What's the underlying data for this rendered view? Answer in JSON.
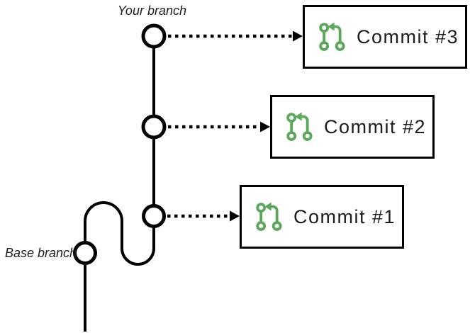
{
  "colors": {
    "line_black": "#000000",
    "commit_icon_green": "#5BA85B",
    "text_dark": "#1d1d1d",
    "background": "#ffffff"
  },
  "branches": {
    "your_branch_label": "Your branch",
    "base_branch_label": "Base branch"
  },
  "commits": [
    {
      "label": "Commit #3",
      "icon": "git-pull-request-icon"
    },
    {
      "label": "Commit #2",
      "icon": "git-pull-request-icon"
    },
    {
      "label": "Commit #1",
      "icon": "git-pull-request-icon"
    }
  ]
}
